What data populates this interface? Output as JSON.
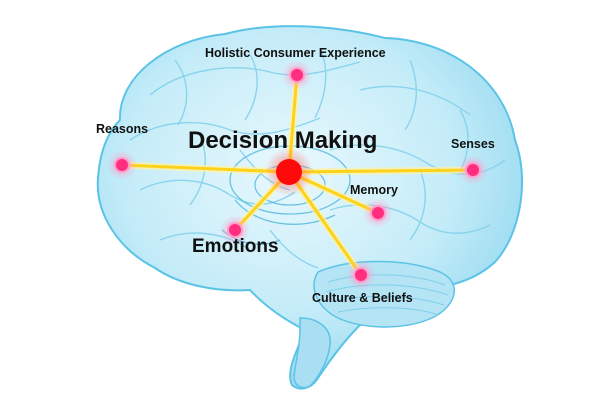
{
  "diagram": {
    "center": {
      "id": "center",
      "label": "Decision Making"
    },
    "nodes": [
      {
        "id": "holistic",
        "label": "Holistic Consumer Experience"
      },
      {
        "id": "reasons",
        "label": "Reasons"
      },
      {
        "id": "senses",
        "label": "Senses"
      },
      {
        "id": "memory",
        "label": "Memory"
      },
      {
        "id": "emotions",
        "label": "Emotions"
      },
      {
        "id": "culture",
        "label": "Culture & Beliefs"
      }
    ],
    "colors": {
      "brain_fill": "#bfe9f7",
      "brain_stroke": "#5bc3e6",
      "connector": "#ffd21a",
      "connector_glow": "#fff3a0",
      "hub": "#ff0a0a",
      "node": "#ff2e7e",
      "node_glow": "#ff9ecb",
      "label": "#111111"
    }
  }
}
